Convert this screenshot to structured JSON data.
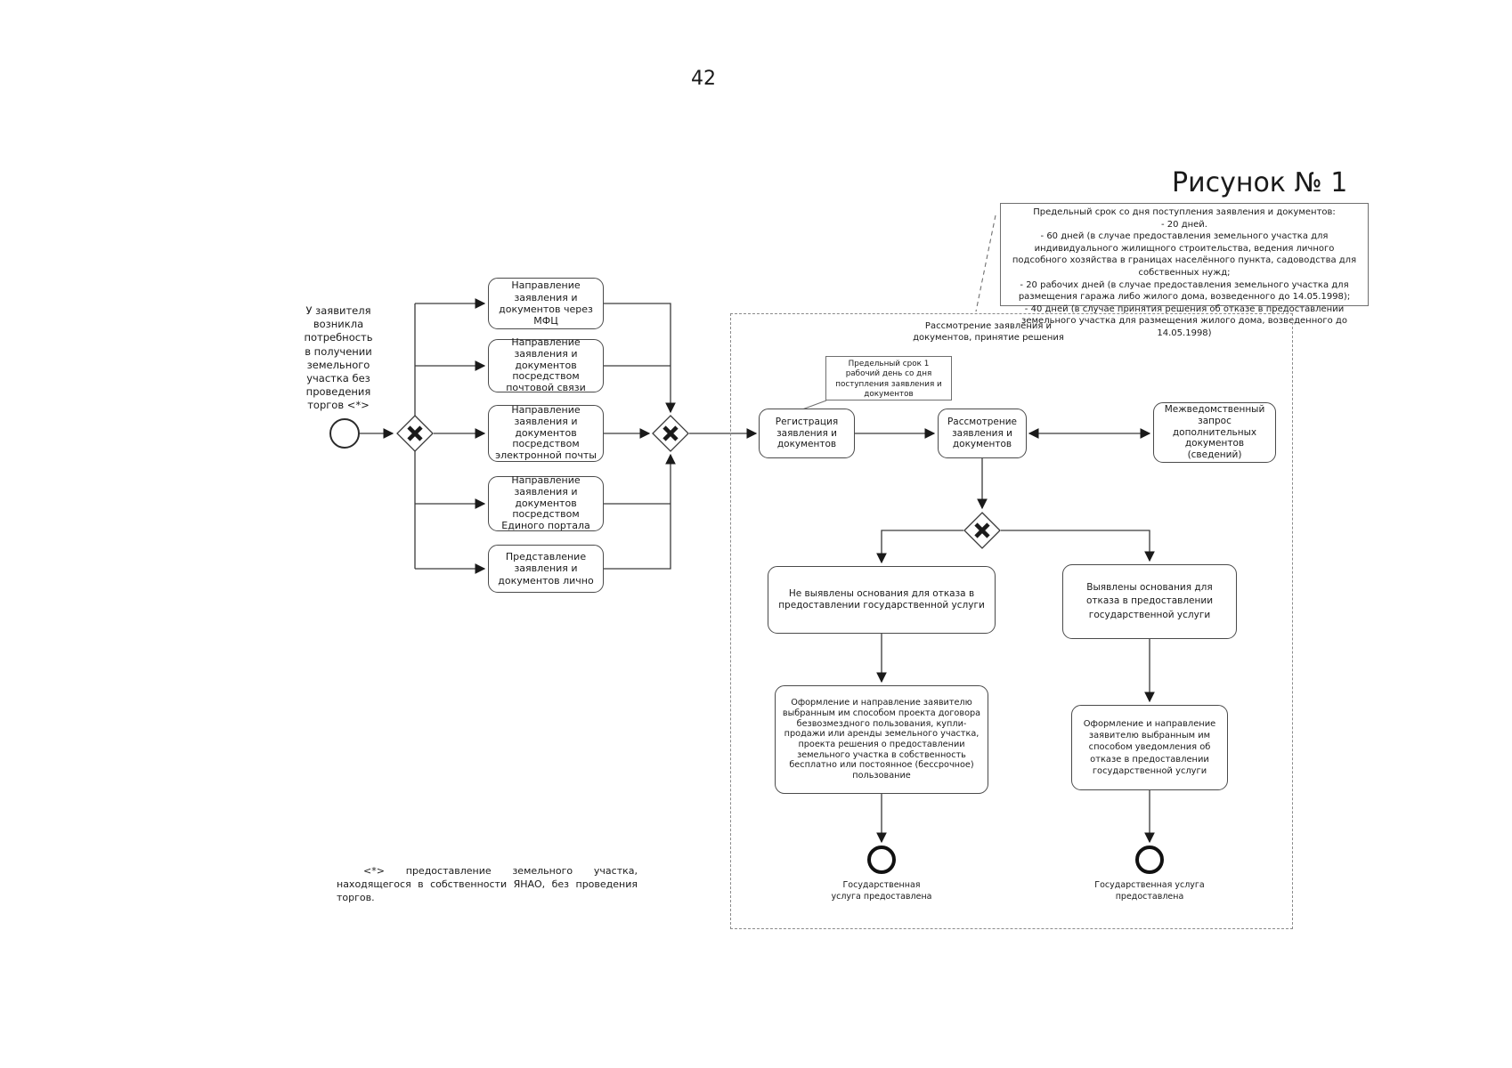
{
  "page": {
    "number": "42",
    "figure_label": "Рисунок № 1",
    "footnote": "<*> предоставление земельного участка, находящегося в собственности ЯНАО, без проведения торгов."
  },
  "diagram": {
    "start_label": "У заявителя возникла потребность в получении земельного участка без проведения торгов <*>",
    "deadline_note": "Предельный срок со дня поступления заявления и документов:\n- 20 дней.\n- 60 дней (в случае предоставления земельного участка для индивидуального жилищного строительства, ведения личного подсобного хозяйства в границах населённого пункта, садоводства для собственных нужд;\n- 20 рабочих дней (в случае предоставления земельного участка для размещения гаража либо жилого дома, возведенного до 14.05.1998);\n- 40 дней (в случае принятия решения об отказе в предоставлении земельного участка для размещения жилого дома, возведенного до 14.05.1998)",
    "channels": [
      {
        "label": "Направление заявления и документов через МФЦ"
      },
      {
        "label": "Направление заявления и документов посредством почтовой связи"
      },
      {
        "label": "Направление заявления и документов посредством электронной почты"
      },
      {
        "label": "Направление заявления и документов посредством Единого портала"
      },
      {
        "label": "Представление заявления и документов лично"
      }
    ],
    "subprocess": {
      "title": "Рассмотрение заявления и документов, принятие решения",
      "registration_note": "Предельный срок 1 рабочий день со дня поступления заявления и документов",
      "tasks": {
        "registration": "Регистрация заявления и документов",
        "review": "Рассмотрение заявления и документов",
        "interagency": "Межведомственный запрос дополнительных документов (сведений)"
      },
      "branches": {
        "no_refusal": "Не выявлены основания для отказа в предоставлении государственной услуги",
        "refusal": "Выявлены основания для отказа в предоставлении государственной услуги",
        "no_refusal_action": "Оформление и направление заявителю выбранным им способом проекта договора безвозмездного пользования, купли-продажи или аренды земельного участка, проекта решения о предоставлении земельного участка в собственность бесплатно или постоянное (бессрочное) пользование",
        "refusal_action": "Оформление и направление заявителю выбранным им способом уведомления об отказе в предоставлении государственной услуги",
        "end_left": "Государственная услуга предоставлена",
        "end_right": "Государственная услуга предоставлена"
      }
    },
    "colors": {
      "line": "#3a3a3a",
      "box_border": "#4a4a4a",
      "dashed_border": "#8a8a8a"
    }
  }
}
